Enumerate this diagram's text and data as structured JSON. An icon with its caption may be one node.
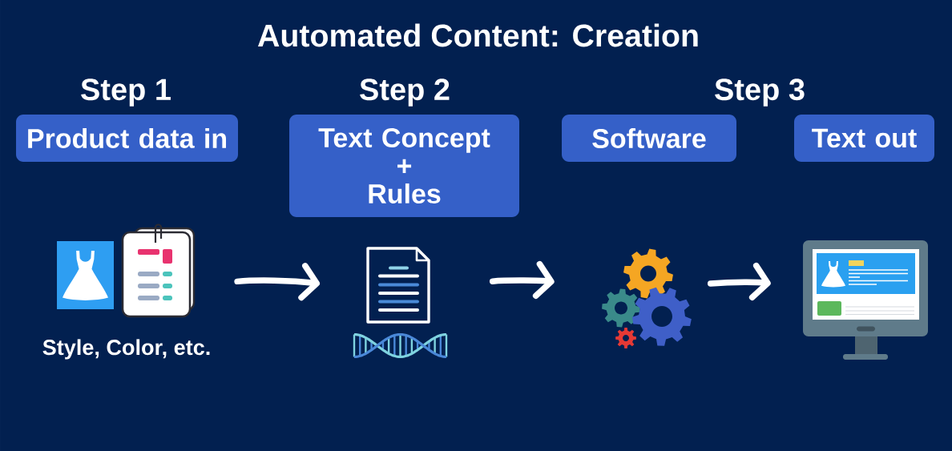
{
  "diagram": {
    "title": "Automated Content: Creation",
    "nodes": [
      {
        "text": [
          "Product data in"
        ],
        "beside": [
          "Step 1"
        ]
      },
      {
        "text": [
          "Text Concept + Rules"
        ],
        "beside": [
          "Step 2"
        ]
      },
      {
        "text": [
          "Software"
        ]
      },
      {
        "text": [
          "Text out"
        ]
      },
      {
        "text": [],
        "shape": "picture",
        "beside": [
          "Style, Color, etc."
        ]
      },
      {
        "text": [],
        "shape": "picture"
      },
      {
        "text": [],
        "shape": "picture"
      },
      {
        "text": [],
        "shape": "picture"
      }
    ],
    "edges": [
      {
        "from": 4,
        "to": 5,
        "arrow": "to"
      },
      {
        "from": 5,
        "to": 6,
        "arrow": "to"
      },
      {
        "from": 6,
        "to": 7,
        "arrow": "to"
      }
    ],
    "labels": [
      "Step 3"
    ]
  }
}
